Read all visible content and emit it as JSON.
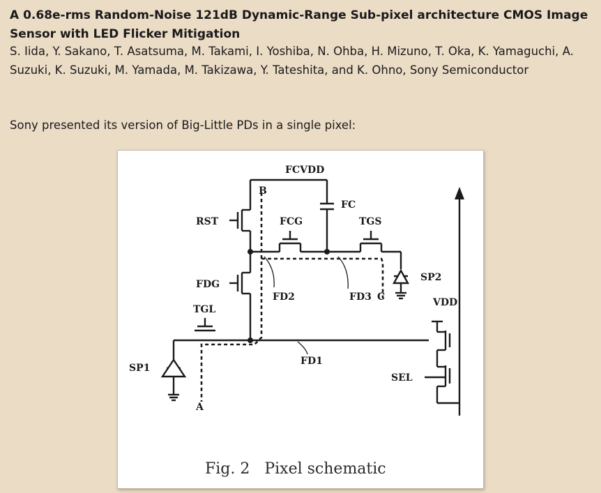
{
  "article": {
    "title": "A 0.68e-rms Random-Noise 121dB Dynamic-Range Sub-pixel architecture CMOS Image Sensor with LED Flicker Mitigation",
    "authors": "S. Iida, Y. Sakano, T. Asatsuma, M. Takami, I. Yoshiba, N. Ohba, H. Mizuno, T. Oka, K. Yamaguchi, A. Suzuki, K. Suzuki, M. Yamada, M. Takizawa, Y. Tateshita, and K. Ohno, Sony Semiconductor",
    "intro": "Sony presented its version of Big-Little PDs in a single pixel:"
  },
  "figure": {
    "labels": {
      "fcvdd": "FCVDD",
      "b": "B",
      "fc": "FC",
      "rst": "RST",
      "fcg": "FCG",
      "tgs": "TGS",
      "sp2": "SP2",
      "fdg": "FDG",
      "fd2": "FD2",
      "fd3": "FD3",
      "c": "C",
      "vdd": "VDD",
      "tgl": "TGL",
      "fd1": "FD1",
      "sp1": "SP1",
      "sel": "SEL",
      "a": "A"
    },
    "caption": "Fig. 2   Pixel schematic"
  }
}
